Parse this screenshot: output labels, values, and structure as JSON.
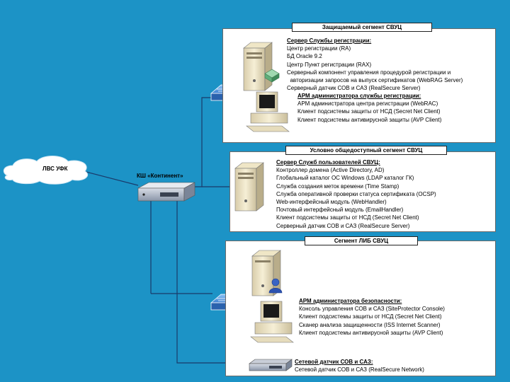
{
  "segments": {
    "protected": {
      "title": "Защищаемый сегмент СВУЦ",
      "server_block": {
        "heading": "Сервер Службы регистрации:",
        "lines": [
          "Центр регистрации (RA)",
          "БД Oracle 9.2",
          "Центр Пункт регистрации (RAX)",
          "Серверный компонент управления процедурой регистрации и",
          "  авторизации запросов на выпуск сертификатов (WebRAG Server)",
          "Серверный датчик СОВ и САЗ (RealSecure Server)"
        ]
      },
      "arm_block": {
        "heading": "АРМ администратора службы регистрации:",
        "lines": [
          "АРМ администратора центра регистрации (WebRAC)",
          "Клиент подсистемы защиты от НСД (Secret Net Client)",
          "Клиент подсистемы антивирусной защиты (AVP Client)"
        ]
      }
    },
    "public": {
      "title": "Условно общедоступный сегмент СВУЦ",
      "server_block": {
        "heading": "Сервер Служб пользователей СВУЦ:",
        "lines": [
          "Контроллер домена (Active Directory, AD)",
          "Глобальный каталог ОС Windows (LDAP каталог ГК)",
          "Служба создания меток времени (Time Stamp)",
          "Служба оперативной проверки статуса сертификата (OCSP)",
          "Web-интерфейсный модуль (WebHandler)",
          "Почтовый интерфейсный модуль (EmailHandler)",
          "Клиент подсистемы защиты от НСД (Secret Net Client)",
          "Серверный датчик СОВ и САЗ (RealSecure Server)"
        ]
      }
    },
    "security": {
      "title": "Сегмент ЛИБ СВУЦ",
      "arm_block": {
        "heading": "АРМ администратора безопасности:",
        "lines": [
          "Консоль управления СОВ и САЗ (SiteProtector Console)",
          "Клиент подсистемы защиты от НСД (Secret Net Client)",
          "Сканер анализа защищенности (ISS Internet Scanner)",
          "Клиент подсистемы антивирусной защиты (AVP Client)"
        ]
      },
      "sensor_block": {
        "heading": "Сетевой датчик СОВ и САЗ:",
        "lines": [
          "Сетевой датчик СОВ и САЗ (RealSecure Network)"
        ]
      }
    }
  },
  "network": {
    "lan_label": "ЛВС УФК",
    "firewall_label": "КШ «Континент»"
  },
  "colors": {
    "background": "#1c93c6",
    "line": "#1a3a6a",
    "switch_top": "#5a9ee6",
    "server_body": "#f2e8c8"
  }
}
